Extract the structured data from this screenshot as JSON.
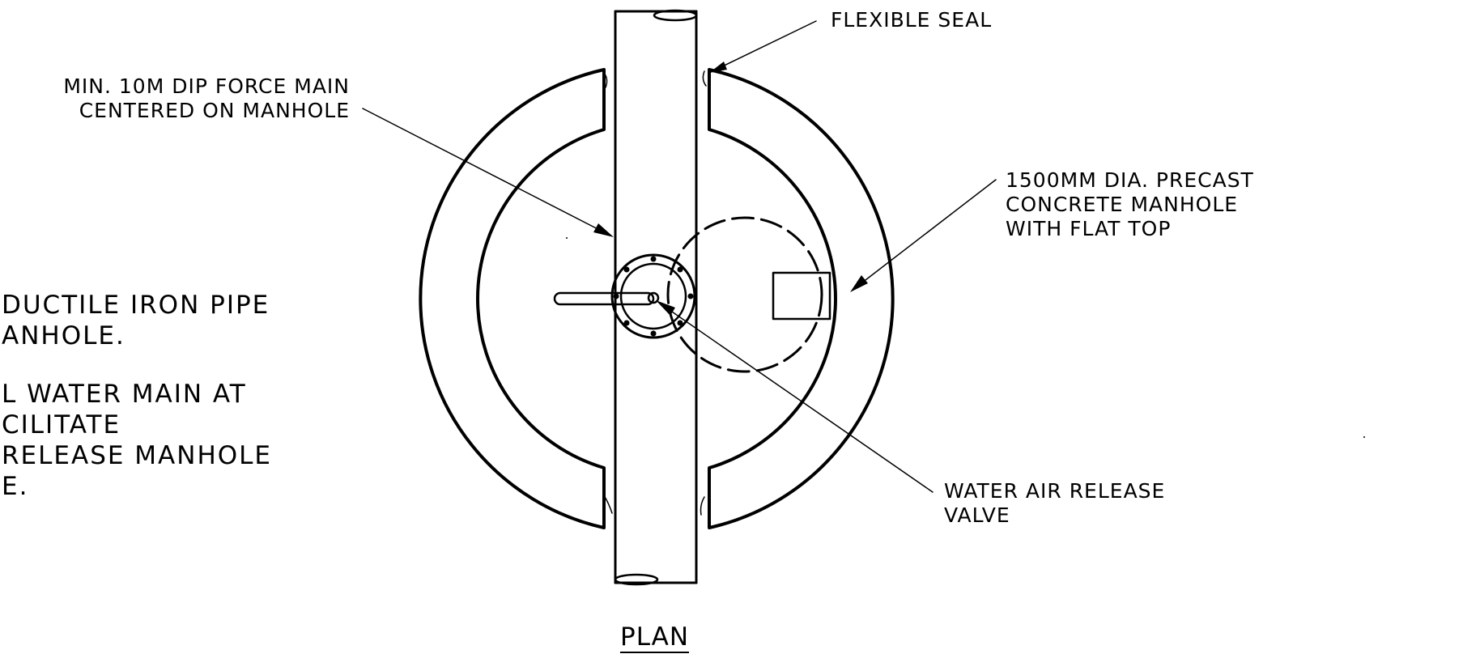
{
  "labels": {
    "flexible_seal": "FLEXIBLE SEAL",
    "force_main_line1": "MIN. 10M DIP FORCE MAIN",
    "force_main_line2": "CENTERED ON MANHOLE",
    "manhole_line1": "1500MM DIA. PRECAST",
    "manhole_line2": "CONCRETE MANHOLE",
    "manhole_line3": "WITH FLAT TOP",
    "valve_line1": "WATER AIR RELEASE",
    "valve_line2": "VALVE",
    "plan_title": "PLAN"
  },
  "notes": {
    "note1_line1": "DUCTILE IRON PIPE",
    "note1_line2": "ANHOLE.",
    "note2_line1": "L WATER MAIN AT",
    "note2_line2": "CILITATE",
    "note2_line3": "RELEASE MANHOLE",
    "note2_line4": "E."
  },
  "colors": {
    "ink": "#000000",
    "paper": "#ffffff"
  }
}
